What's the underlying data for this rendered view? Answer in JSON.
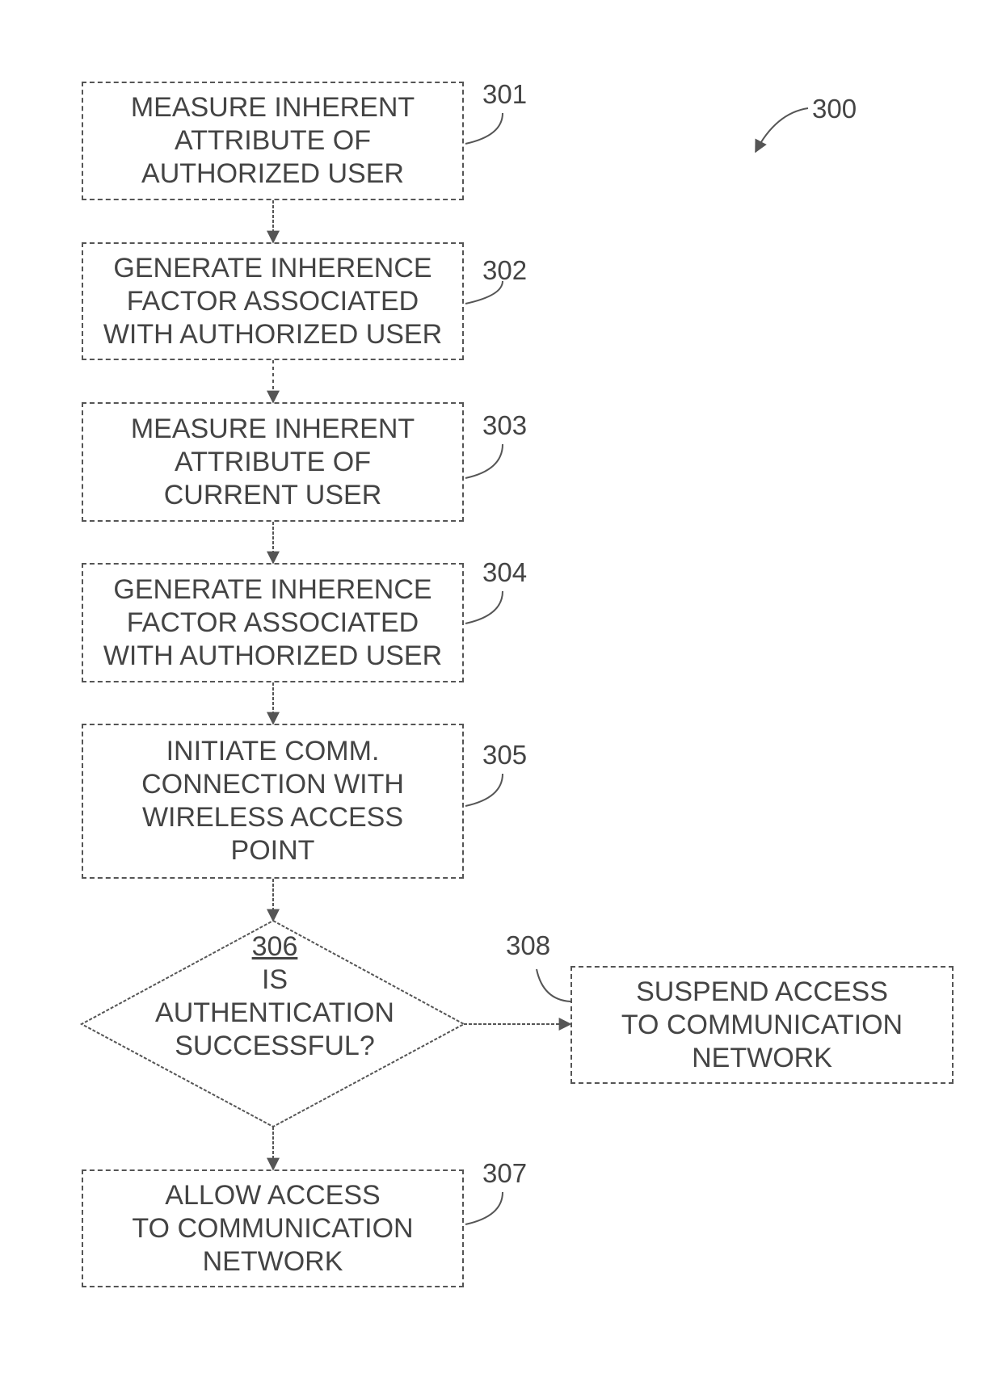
{
  "figure_ref": "300",
  "steps": [
    {
      "ref": "301",
      "lines": [
        "MEASURE INHERENT",
        "ATTRIBUTE OF",
        "AUTHORIZED USER"
      ]
    },
    {
      "ref": "302",
      "lines": [
        "GENERATE INHERENCE",
        "FACTOR ASSOCIATED",
        "WITH AUTHORIZED USER"
      ]
    },
    {
      "ref": "303",
      "lines": [
        "MEASURE INHERENT",
        "ATTRIBUTE OF",
        "CURRENT USER"
      ]
    },
    {
      "ref": "304",
      "lines": [
        "GENERATE INHERENCE",
        "FACTOR ASSOCIATED",
        "WITH AUTHORIZED USER"
      ]
    },
    {
      "ref": "305",
      "lines": [
        "INITIATE COMM.",
        "CONNECTION WITH",
        "WIRELESS ACCESS",
        "POINT"
      ]
    },
    {
      "ref": "307",
      "lines": [
        "ALLOW ACCESS",
        "TO COMMUNICATION",
        "NETWORK"
      ]
    },
    {
      "ref": "308",
      "lines": [
        "SUSPEND ACCESS",
        "TO COMMUNICATION",
        "NETWORK"
      ]
    }
  ],
  "decision": {
    "ref": "306",
    "lines": [
      "IS",
      "AUTHENTICATION",
      "SUCCESSFUL?"
    ]
  },
  "colors": {
    "stroke": "#555555",
    "text": "#444444"
  }
}
